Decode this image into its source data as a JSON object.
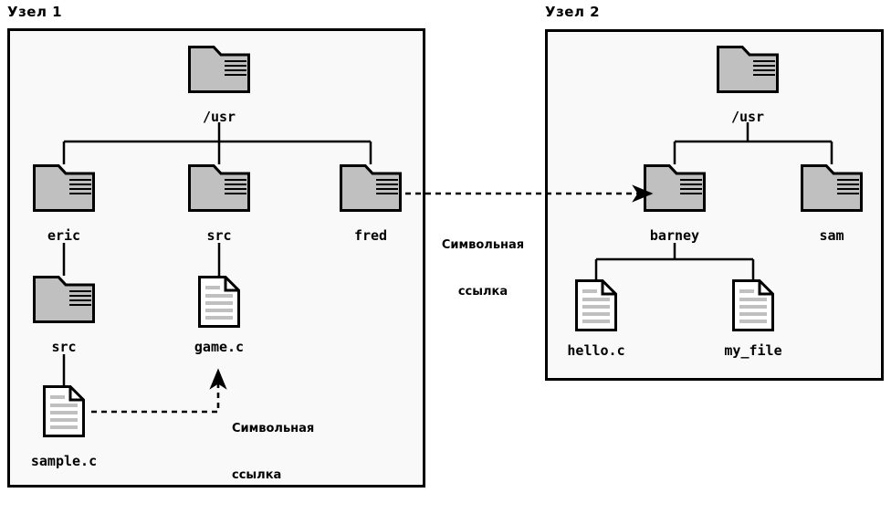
{
  "diagram": {
    "title_left": "Узел 1",
    "title_right": "Узел 2",
    "symlink_label_line1": "Символьная",
    "symlink_label_line2": "ссылка",
    "colors": {
      "folder_fill": "#c0c0c0",
      "folder_tab_fill": "#d4d4d4",
      "file_fill": "#ffffff",
      "file_line": "#c0c0c0",
      "stroke": "#000000",
      "panel_bg": "#f9f9f9",
      "page_bg": "#ffffff"
    }
  },
  "node1": {
    "title": "Узел 1",
    "root": {
      "name": "/usr",
      "type": "folder"
    },
    "children": [
      {
        "name": "eric",
        "type": "folder"
      },
      {
        "name": "src",
        "type": "folder"
      },
      {
        "name": "fred",
        "type": "folder"
      }
    ],
    "eric_child": {
      "name": "src",
      "type": "folder"
    },
    "src_child": {
      "name": "game.c",
      "type": "file"
    },
    "eric_src_child": {
      "name": "sample.c",
      "type": "file"
    },
    "symlink_internal": {
      "from": "sample.c",
      "to": "game.c",
      "label_line1": "Символьная",
      "label_line2": "ссылка"
    }
  },
  "node2": {
    "title": "Узел 2",
    "root": {
      "name": "/usr",
      "type": "folder"
    },
    "children": [
      {
        "name": "barney",
        "type": "folder"
      },
      {
        "name": "sam",
        "type": "folder"
      }
    ],
    "barney_children": [
      {
        "name": "hello.c",
        "type": "file"
      },
      {
        "name": "my_file",
        "type": "file"
      }
    ]
  },
  "symlink_cross": {
    "from": "fred",
    "to": "barney",
    "label_line1": "Символьная",
    "label_line2": "ссылка"
  }
}
